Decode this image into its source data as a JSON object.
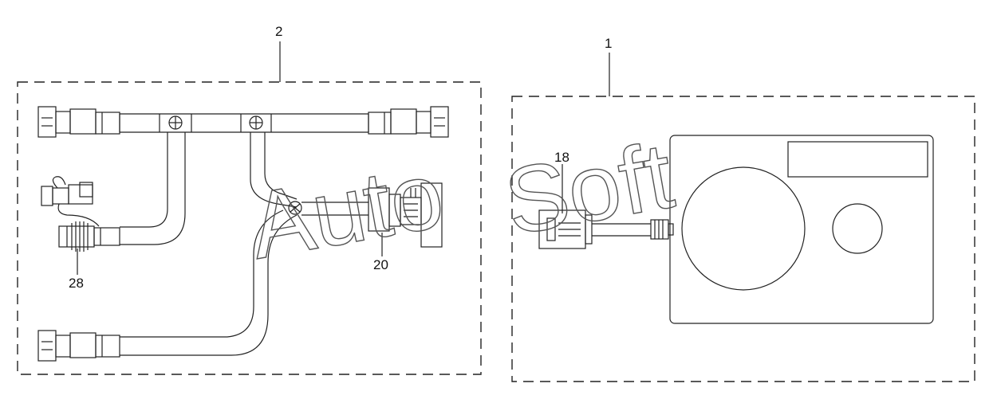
{
  "diagram": {
    "callouts": {
      "assembly_main": "1",
      "assembly_harness": "2",
      "connector_panel": "18",
      "connector_harness": "20",
      "connector_side": "28"
    },
    "watermark": {
      "text_a": "Auto",
      "text_b": "Soft"
    }
  }
}
